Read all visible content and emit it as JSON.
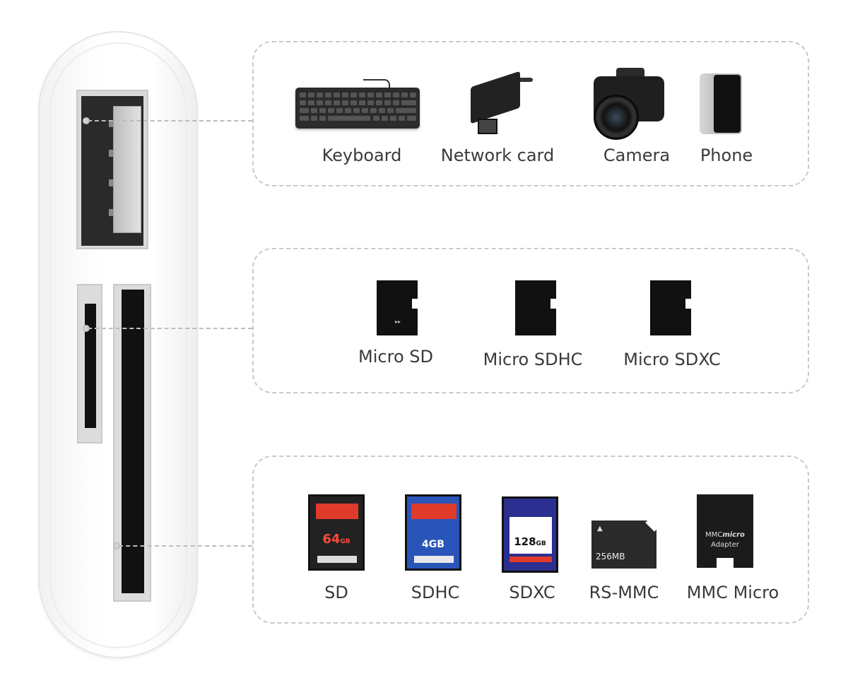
{
  "groups": [
    {
      "id": "usb",
      "items": [
        "Keyboard",
        "Network card",
        "Camera",
        "Phone"
      ]
    },
    {
      "id": "tf",
      "items": [
        "Micro SD",
        "Micro SDHC",
        "Micro SDXC"
      ]
    },
    {
      "id": "sd",
      "items": [
        "SD",
        "SDHC",
        "SDXC",
        "RS-MMC",
        "MMC Micro"
      ]
    }
  ],
  "card_texts": {
    "sd_capacity": "64",
    "sd_unit": "GB",
    "sdhc_capacity": "4GB",
    "sdxc_capacity": "128",
    "sdxc_unit": "GB",
    "rsmmc_capacity": "256MB",
    "mmc_micro_line1": "MMC",
    "mmc_micro_line1b": "micro",
    "mmc_micro_line2": "Adapter"
  },
  "colors": {
    "panel_border": "#c9c9c9",
    "sd_red": "#e03a2b",
    "sdhc_blue": "#2a55b8",
    "sdxc_blue": "#2b2f8f"
  }
}
